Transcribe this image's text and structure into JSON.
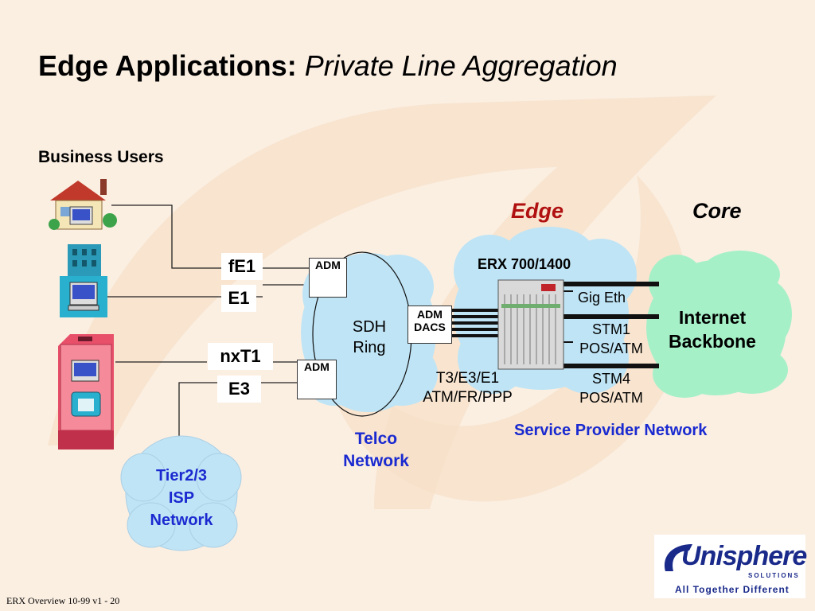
{
  "slide": {
    "title_bold": "Edge Applications:",
    "title_italic": "Private Line Aggregation",
    "business_users": "Business Users",
    "edge_label": "Edge",
    "core_label": "Core",
    "erx_label": "ERX 700/1400",
    "gig_eth": "Gig Eth",
    "stm1": [
      "STM1",
      "POS/ATM"
    ],
    "stm4": [
      "STM4",
      "POS/ATM"
    ],
    "internet_backbone": [
      "Internet",
      "Backbone"
    ],
    "service_provider": "Service Provider Network",
    "sdh_ring": [
      "SDH",
      "Ring"
    ],
    "telco_network": [
      "Telco",
      "Network"
    ],
    "t3_line": [
      "T3/E3/E1",
      "ATM/FR/PPP"
    ],
    "adm_label": "ADM",
    "adm_dacs": [
      "ADM",
      "DACS"
    ],
    "fe1": "fE1",
    "e1": "E1",
    "nxt1": "nxT1",
    "e3": "E3",
    "tier_isp": [
      "Tier2/3",
      "ISP",
      "Network"
    ],
    "logo_name": "Unisphere",
    "logo_sub": "SOLUTIONS",
    "logo_tagline": "All Together Different",
    "footer": "ERX Overview 10-99 v1 - 20"
  },
  "colors": {
    "background": "#fbefe2",
    "edge_text": "#b01010",
    "blue_text": "#1a2ad0",
    "cloud_blue": "#bfe4f5",
    "cloud_green": "#a6f0c8"
  }
}
